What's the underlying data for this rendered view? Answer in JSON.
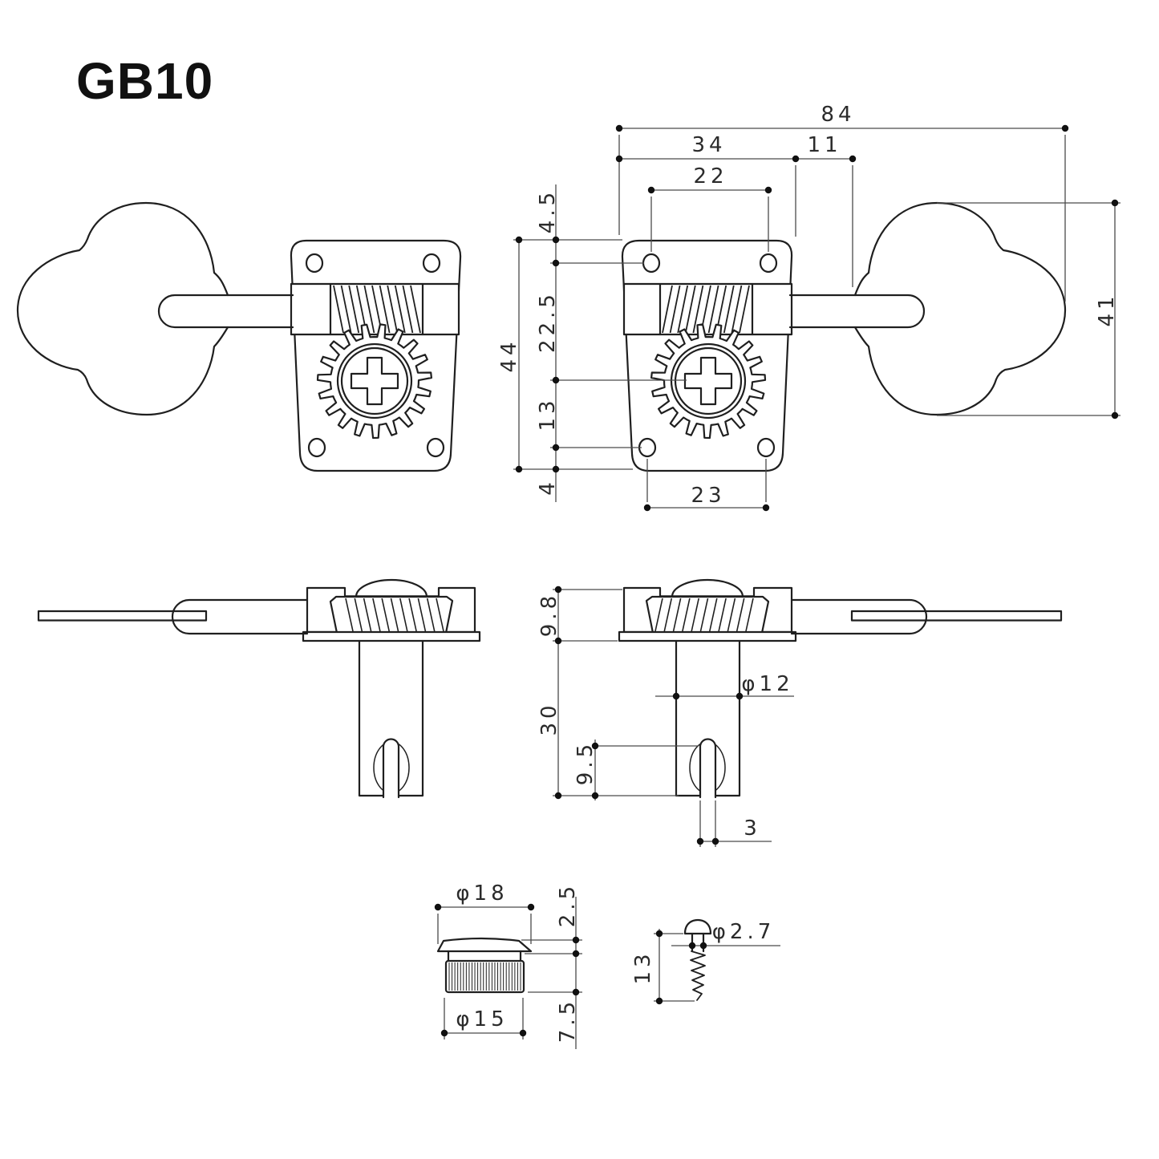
{
  "title": "GB10",
  "colors": {
    "background": "#ffffff",
    "line": "#1f1f1f",
    "dimension_line": "#4a4a4a",
    "text": "#2b2b2b"
  },
  "dimensions": {
    "overall_width": "84",
    "plate_width": "34",
    "plate_to_button": "11",
    "upper_screw_spacing": "22",
    "lower_screw_spacing": "23",
    "plate_top_to_upper_hole": "4.5",
    "upper_hole_to_gear": "22.5",
    "gear_to_lower_hole": "13",
    "lower_hole_to_plate_bottom": "4",
    "plate_height": "44",
    "button_length": "41",
    "housing_height": "9.8",
    "post_length": "30",
    "post_diameter": "φ12",
    "slot_depth": "9.5",
    "slot_width": "3",
    "bushing_head_diameter": "φ18",
    "bushing_head_height": "2.5",
    "bushing_body_diameter": "φ15",
    "bushing_body_height": "7.5",
    "screw_length": "13",
    "screw_diameter": "φ2.7"
  }
}
